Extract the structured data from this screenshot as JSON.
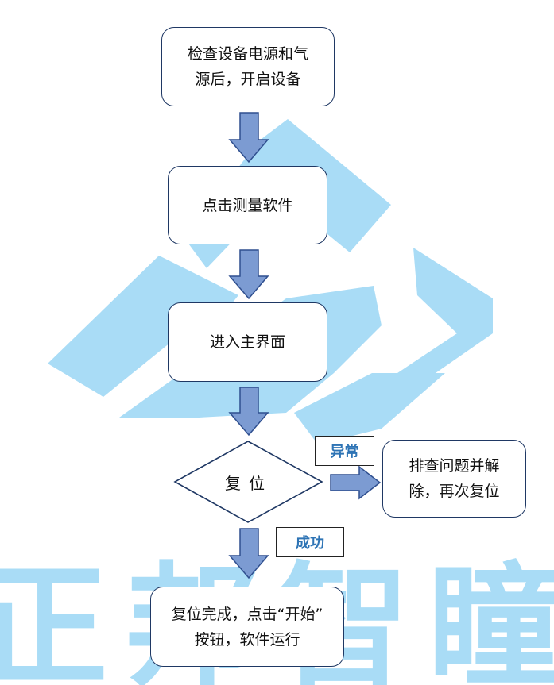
{
  "colors": {
    "watermark": "#a9dcf6",
    "arrow_fill": "#7c9bd2",
    "arrow_stroke": "#2f4f8f",
    "box_border": "#1f3864",
    "label_text": "#2e74b5"
  },
  "watermark_text": "正邦智瞳",
  "nodes": {
    "step1": "检查设备电源和气\n源后，开启设备",
    "step2": "点击测量软件",
    "step3": "进入主界面",
    "decision": "复位",
    "abnormal_action": "排查问题并解\n除，再次复位",
    "final": "复位完成，点击“开始”\n按钮，软件运行"
  },
  "edge_labels": {
    "abnormal": "异常",
    "success": "成功"
  }
}
